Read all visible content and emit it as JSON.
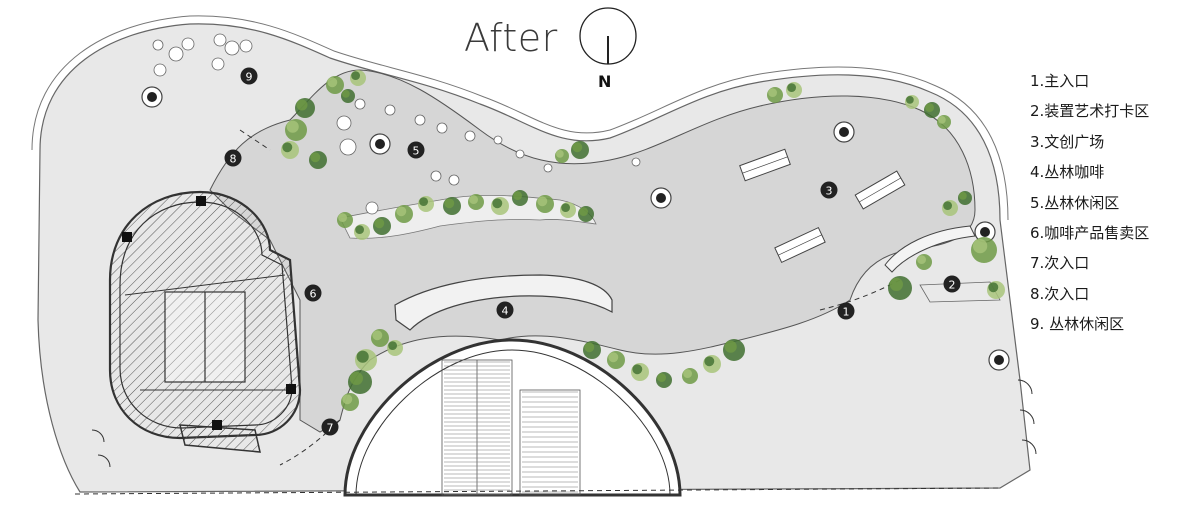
{
  "title": "After",
  "north_label": "N",
  "legend": [
    "1.主入口",
    "2.装置艺术打卡区",
    "3.文创广场",
    "4.丛林咖啡",
    "5.丛林休闲区",
    "6.咖啡产品售卖区",
    "7.次入口",
    "8.次入口",
    "9. 丛林休闲区"
  ],
  "markers": [
    "1",
    "2",
    "3",
    "4",
    "5",
    "6",
    "7",
    "8",
    "9"
  ],
  "colors": {
    "plaza": "#d9d9d9",
    "outer_ground": "#e6e6e6",
    "line": "#555555",
    "marker": "#222222",
    "tree_dark": "#3f6e2f",
    "tree_mid": "#6f9a45",
    "tree_light": "#a8c47a"
  }
}
